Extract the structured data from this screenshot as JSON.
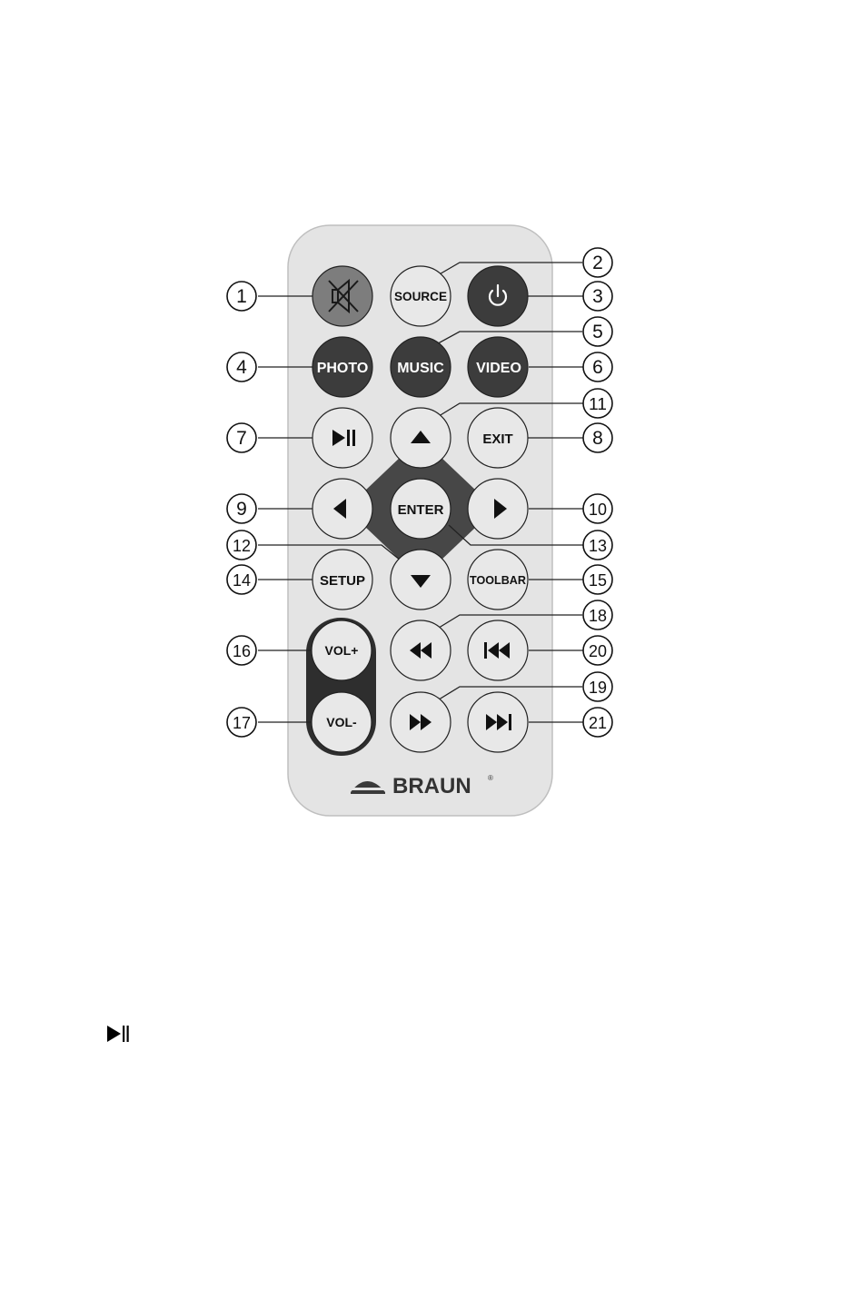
{
  "colors": {
    "body": "#e4e4e4",
    "body_edge": "#bfbfbf",
    "light_button": "#e8e8e8",
    "dark_button": "#3c3c3c",
    "mute_button": "#7d7d7d",
    "dpad_ring": "#474747",
    "outline": "#222222",
    "white_text": "#ffffff",
    "dark_text": "#111111"
  },
  "buttons": {
    "mute": {
      "icon": "mute-icon"
    },
    "source": {
      "label": "SOURCE"
    },
    "power": {
      "icon": "power-icon"
    },
    "photo": {
      "label": "PHOTO"
    },
    "music": {
      "label": "MUSIC"
    },
    "video": {
      "label": "VIDEO"
    },
    "play_pause": {
      "icon": "play-pause-icon"
    },
    "up": {
      "icon": "arrow-up-icon"
    },
    "exit": {
      "label": "EXIT"
    },
    "left": {
      "icon": "arrow-left-icon"
    },
    "enter": {
      "label": "ENTER"
    },
    "right": {
      "icon": "arrow-right-icon"
    },
    "setup": {
      "label": "SETUP"
    },
    "down": {
      "icon": "arrow-down-icon"
    },
    "toolbar": {
      "label": "TOOLBAR"
    },
    "vol_up": {
      "label": "VOL+"
    },
    "vol_down": {
      "label": "VOL-"
    },
    "rewind": {
      "icon": "rewind-icon"
    },
    "previous": {
      "icon": "previous-icon"
    },
    "fast_forward": {
      "icon": "fast-forward-icon"
    },
    "next": {
      "icon": "next-icon"
    }
  },
  "callouts": [
    "1",
    "2",
    "3",
    "4",
    "5",
    "6",
    "7",
    "8",
    "9",
    "10",
    "11",
    "12",
    "13",
    "14",
    "15",
    "16",
    "17",
    "18",
    "19",
    "20",
    "21"
  ],
  "brand": {
    "name": "BRAUN",
    "mark": "®"
  },
  "footer": {
    "icon": "play-pause-icon"
  }
}
